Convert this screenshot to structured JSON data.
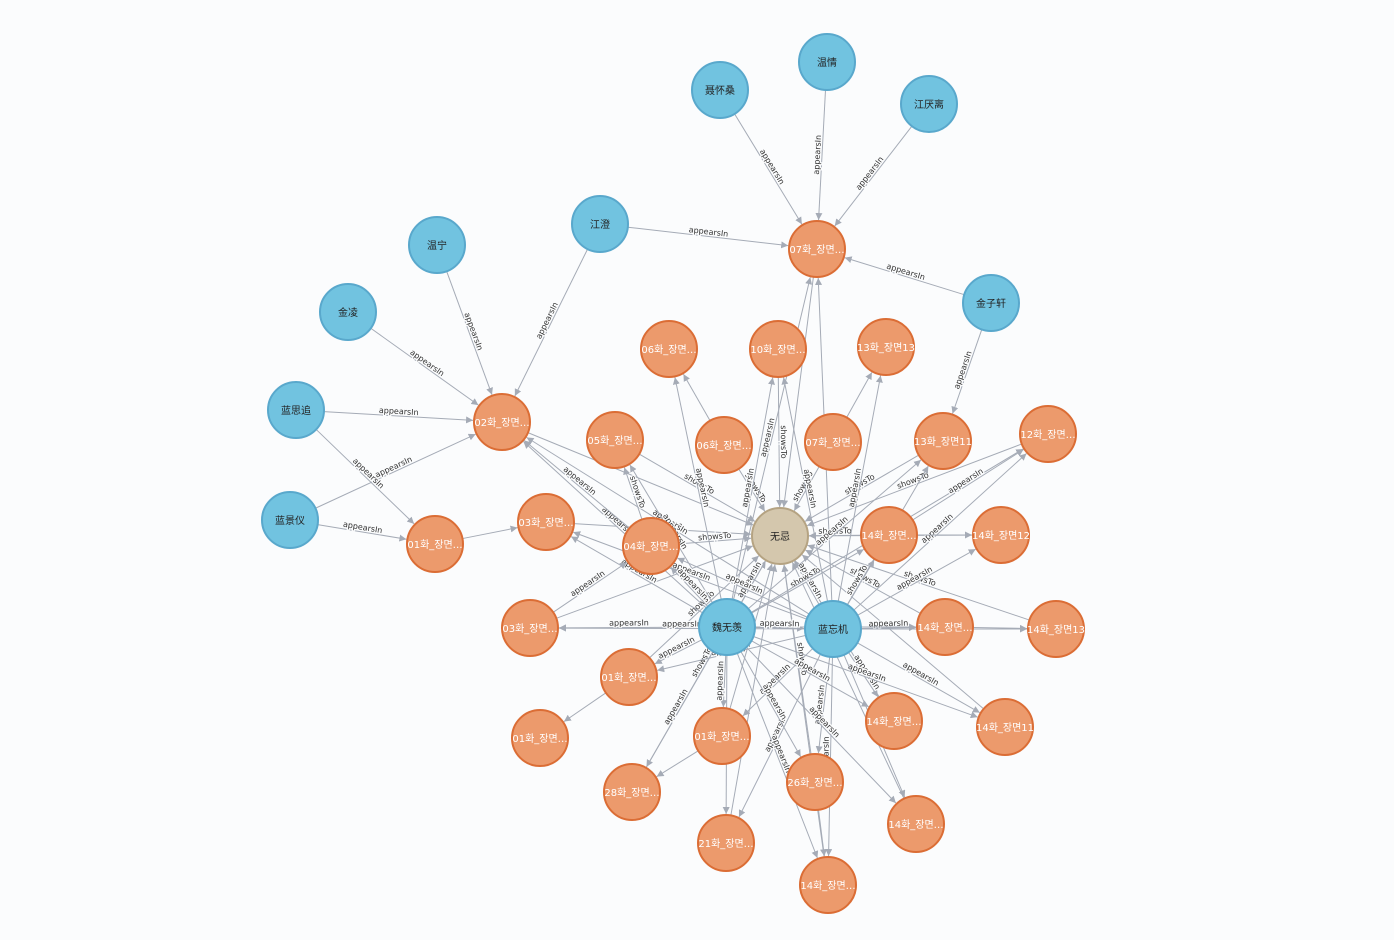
{
  "colors": {
    "person": "#71c3e0",
    "person_stroke": "#59a8cc",
    "scene": "#ec9a6c",
    "scene_stroke": "#db6d35",
    "center": "#d4c7ad",
    "center_stroke": "#b5a382",
    "edge": "#a5abb6",
    "label_dark": "#222222",
    "label_light": "#ffffff"
  },
  "nodes": [
    {
      "id": "p_nie",
      "label": "聂怀桑",
      "type": "person"
    },
    {
      "id": "p_wenqing",
      "label": "温情",
      "type": "person"
    },
    {
      "id": "p_jyl",
      "label": "江厌离",
      "type": "person"
    },
    {
      "id": "p_jiangcheng",
      "label": "江澄",
      "type": "person"
    },
    {
      "id": "p_wenning",
      "label": "温宁",
      "type": "person"
    },
    {
      "id": "p_jinling",
      "label": "金凌",
      "type": "person"
    },
    {
      "id": "p_jzx",
      "label": "金子轩",
      "type": "person"
    },
    {
      "id": "p_lsz",
      "label": "蓝思追",
      "type": "person"
    },
    {
      "id": "p_ljy",
      "label": "蓝景仪",
      "type": "person"
    },
    {
      "id": "p_wwx",
      "label": "魏无羡",
      "type": "person"
    },
    {
      "id": "p_lwj",
      "label": "蓝忘机",
      "type": "person"
    },
    {
      "id": "c_wuji",
      "label": "无忌",
      "type": "center"
    },
    {
      "id": "s_07a",
      "label": "07화_장면…",
      "type": "scene"
    },
    {
      "id": "s_02a",
      "label": "02화_장면…",
      "type": "scene"
    },
    {
      "id": "s_01a",
      "label": "01화_장면…",
      "type": "scene"
    },
    {
      "id": "s_06a",
      "label": "06화_장면…",
      "type": "scene"
    },
    {
      "id": "s_10a",
      "label": "10화_장면…",
      "type": "scene"
    },
    {
      "id": "s_13a",
      "label": "13화_장면13",
      "type": "scene"
    },
    {
      "id": "s_05a",
      "label": "05화_장면…",
      "type": "scene"
    },
    {
      "id": "s_06b",
      "label": "06화_장면…",
      "type": "scene"
    },
    {
      "id": "s_07b",
      "label": "07화_장면…",
      "type": "scene"
    },
    {
      "id": "s_13b",
      "label": "13화_장면11",
      "type": "scene"
    },
    {
      "id": "s_12a",
      "label": "12화_장면…",
      "type": "scene"
    },
    {
      "id": "s_03a",
      "label": "03화_장면…",
      "type": "scene"
    },
    {
      "id": "s_04a",
      "label": "04화_장면…",
      "type": "scene"
    },
    {
      "id": "s_14a",
      "label": "14화_장면…",
      "type": "scene"
    },
    {
      "id": "s_14b",
      "label": "14화_장면12",
      "type": "scene"
    },
    {
      "id": "s_03b",
      "label": "03화_장면…",
      "type": "scene"
    },
    {
      "id": "s_14c",
      "label": "14화_장면…",
      "type": "scene"
    },
    {
      "id": "s_14d",
      "label": "14화_장면13",
      "type": "scene"
    },
    {
      "id": "s_01b",
      "label": "01화_장면…",
      "type": "scene"
    },
    {
      "id": "s_01c",
      "label": "01화_장면…",
      "type": "scene"
    },
    {
      "id": "s_01d",
      "label": "01화_장면…",
      "type": "scene"
    },
    {
      "id": "s_14e",
      "label": "14화_장면…",
      "type": "scene"
    },
    {
      "id": "s_14f",
      "label": "14화_장면11",
      "type": "scene"
    },
    {
      "id": "s_28a",
      "label": "28화_장면…",
      "type": "scene"
    },
    {
      "id": "s_26a",
      "label": "26화_장면…",
      "type": "scene"
    },
    {
      "id": "s_14g",
      "label": "14화_장면…",
      "type": "scene"
    },
    {
      "id": "s_21a",
      "label": "21화_장면…",
      "type": "scene"
    },
    {
      "id": "s_14h",
      "label": "14화_장면…",
      "type": "scene"
    }
  ],
  "edges": [
    {
      "from": "p_nie",
      "to": "s_07a",
      "label": "appearsIn"
    },
    {
      "from": "p_wenqing",
      "to": "s_07a",
      "label": "appearsIn"
    },
    {
      "from": "p_jyl",
      "to": "s_07a",
      "label": "appearsIn"
    },
    {
      "from": "p_jiangcheng",
      "to": "s_07a",
      "label": "appearsIn"
    },
    {
      "from": "p_jzx",
      "to": "s_07a",
      "label": "appearsIn"
    },
    {
      "from": "p_jzx",
      "to": "s_13b",
      "label": "appearsIn"
    },
    {
      "from": "p_jiangcheng",
      "to": "s_02a",
      "label": "appearsIn"
    },
    {
      "from": "p_wenning",
      "to": "s_02a",
      "label": "appearsIn"
    },
    {
      "from": "p_jinling",
      "to": "s_02a",
      "label": "appearsIn"
    },
    {
      "from": "p_lsz",
      "to": "s_02a",
      "label": "appearsIn"
    },
    {
      "from": "p_ljy",
      "to": "s_02a",
      "label": "appearsIn"
    },
    {
      "from": "p_lsz",
      "to": "s_01a",
      "label": "appearsIn"
    },
    {
      "from": "p_ljy",
      "to": "s_01a",
      "label": "appearsIn"
    },
    {
      "from": "s_01a",
      "to": "s_03a",
      "label": ""
    },
    {
      "from": "s_02a",
      "to": "c_wuji",
      "label": ""
    },
    {
      "from": "s_05a",
      "to": "c_wuji",
      "label": "showsTo"
    },
    {
      "from": "s_06b",
      "to": "c_wuji",
      "label": "showsTo"
    },
    {
      "from": "s_10a",
      "to": "c_wuji",
      "label": "showsTo"
    },
    {
      "from": "s_07b",
      "to": "c_wuji",
      "label": "showsTo"
    },
    {
      "from": "s_07a",
      "to": "c_wuji",
      "label": ""
    },
    {
      "from": "s_13b",
      "to": "c_wuji",
      "label": "showsTo"
    },
    {
      "from": "s_12a",
      "to": "c_wuji",
      "label": "showsTo"
    },
    {
      "from": "s_03a",
      "to": "c_wuji",
      "label": "appearsIn"
    },
    {
      "from": "s_04a",
      "to": "c_wuji",
      "label": "showsTo"
    },
    {
      "from": "s_14a",
      "to": "c_wuji",
      "label": "showsTo"
    },
    {
      "from": "s_14b",
      "to": "c_wuji",
      "label": ""
    },
    {
      "from": "s_03b",
      "to": "c_wuji",
      "label": ""
    },
    {
      "from": "s_14c",
      "to": "c_wuji",
      "label": "showsTo"
    },
    {
      "from": "s_14d",
      "to": "c_wuji",
      "label": "showsTo"
    },
    {
      "from": "s_01b",
      "to": "c_wuji",
      "label": "showsTo"
    },
    {
      "from": "s_01d",
      "to": "c_wuji",
      "label": "showsTo"
    },
    {
      "from": "s_14e",
      "to": "c_wuji",
      "label": "showsTo"
    },
    {
      "from": "s_26a",
      "to": "c_wuji",
      "label": "showsTo"
    },
    {
      "from": "s_28a",
      "to": "c_wuji",
      "label": "showsTo"
    },
    {
      "from": "s_21a",
      "to": "c_wuji",
      "label": ""
    },
    {
      "from": "s_14g",
      "to": "c_wuji",
      "label": ""
    },
    {
      "from": "s_14f",
      "to": "c_wuji",
      "label": ""
    },
    {
      "from": "s_14h",
      "to": "c_wuji",
      "label": ""
    },
    {
      "from": "s_06b",
      "to": "s_06a",
      "label": ""
    },
    {
      "from": "s_07b",
      "to": "s_13a",
      "label": ""
    },
    {
      "from": "p_wwx",
      "to": "c_wuji",
      "label": "appearsIn"
    },
    {
      "from": "p_lwj",
      "to": "c_wuji",
      "label": "appearsIn"
    },
    {
      "from": "p_wwx",
      "to": "s_07a",
      "label": "appearsIn"
    },
    {
      "from": "p_lwj",
      "to": "s_07a",
      "label": "appearsIn"
    },
    {
      "from": "p_wwx",
      "to": "s_10a",
      "label": "appearsIn"
    },
    {
      "from": "p_lwj",
      "to": "s_10a",
      "label": "appearsIn"
    },
    {
      "from": "p_wwx",
      "to": "s_06a",
      "label": "appearsIn"
    },
    {
      "from": "p_lwj",
      "to": "s_13a",
      "label": "appearsIn"
    },
    {
      "from": "p_wwx",
      "to": "s_02a",
      "label": "appearsIn"
    },
    {
      "from": "p_lwj",
      "to": "s_02a",
      "label": "appearsIn"
    },
    {
      "from": "p_wwx",
      "to": "s_05a",
      "label": "appearsIn"
    },
    {
      "from": "p_wwx",
      "to": "s_03a",
      "label": "appearsIn"
    },
    {
      "from": "p_lwj",
      "to": "s_03a",
      "label": "appearsIn"
    },
    {
      "from": "p_wwx",
      "to": "s_04a",
      "label": "appearsIn"
    },
    {
      "from": "p_lwj",
      "to": "s_04a",
      "label": "appearsIn"
    },
    {
      "from": "p_wwx",
      "to": "s_03b",
      "label": "appearsIn"
    },
    {
      "from": "p_lwj",
      "to": "s_03b",
      "label": "appearsIn"
    },
    {
      "from": "p_wwx",
      "to": "s_01b",
      "label": "appearsIn"
    },
    {
      "from": "p_lwj",
      "to": "s_01b",
      "label": "appearsIn"
    },
    {
      "from": "s_01b",
      "to": "s_01c",
      "label": ""
    },
    {
      "from": "p_wwx",
      "to": "s_01d",
      "label": "appearsIn"
    },
    {
      "from": "p_lwj",
      "to": "s_01d",
      "label": "appearsIn"
    },
    {
      "from": "s_01d",
      "to": "s_28a",
      "label": ""
    },
    {
      "from": "p_wwx",
      "to": "s_28a",
      "label": "appearsIn"
    },
    {
      "from": "p_wwx",
      "to": "s_21a",
      "label": "appearsIn"
    },
    {
      "from": "p_lwj",
      "to": "s_21a",
      "label": "appearsIn"
    },
    {
      "from": "p_wwx",
      "to": "s_26a",
      "label": "appearsIn"
    },
    {
      "from": "p_lwj",
      "to": "s_26a",
      "label": "appearsIn"
    },
    {
      "from": "p_wwx",
      "to": "s_14h",
      "label": "appearsIn"
    },
    {
      "from": "p_lwj",
      "to": "s_14h",
      "label": "appearsIn"
    },
    {
      "from": "s_26a",
      "to": "s_14h",
      "label": ""
    },
    {
      "from": "p_wwx",
      "to": "s_14a",
      "label": "showsTo"
    },
    {
      "from": "p_lwj",
      "to": "s_14a",
      "label": "showsTo"
    },
    {
      "from": "p_lwj",
      "to": "s_14b",
      "label": "appearsIn"
    },
    {
      "from": "p_wwx",
      "to": "s_13b",
      "label": "appearsIn"
    },
    {
      "from": "p_lwj",
      "to": "s_13b",
      "label": "showsTo"
    },
    {
      "from": "p_wwx",
      "to": "s_12a",
      "label": "appearsIn"
    },
    {
      "from": "p_lwj",
      "to": "s_12a",
      "label": "appearsIn"
    },
    {
      "from": "p_lwj",
      "to": "s_14c",
      "label": "appearsIn"
    },
    {
      "from": "p_wwx",
      "to": "s_14c",
      "label": "appearsIn"
    },
    {
      "from": "p_lwj",
      "to": "s_14d",
      "label": "showsTo"
    },
    {
      "from": "s_14c",
      "to": "s_14d",
      "label": ""
    },
    {
      "from": "p_lwj",
      "to": "s_14e",
      "label": "appearsIn"
    },
    {
      "from": "p_wwx",
      "to": "s_14e",
      "label": "appearsIn"
    },
    {
      "from": "p_lwj",
      "to": "s_14f",
      "label": "appearsIn"
    },
    {
      "from": "p_wwx",
      "to": "s_14f",
      "label": "appearsIn"
    },
    {
      "from": "p_lwj",
      "to": "s_14g",
      "label": "showsTo"
    },
    {
      "from": "p_wwx",
      "to": "s_14g",
      "label": "appearsIn"
    },
    {
      "from": "p_wwx",
      "to": "p_lwj",
      "label": "appearsIn"
    },
    {
      "from": "s_04a",
      "to": "s_05a",
      "label": "showsTo"
    },
    {
      "from": "s_04a",
      "to": "s_02a",
      "label": "appearsIn"
    },
    {
      "from": "s_03b",
      "to": "s_04a",
      "label": "appearsIn"
    },
    {
      "from": "s_14a",
      "to": "s_14b",
      "label": ""
    },
    {
      "from": "s_14a",
      "to": "s_12a",
      "label": "appearsIn"
    }
  ]
}
